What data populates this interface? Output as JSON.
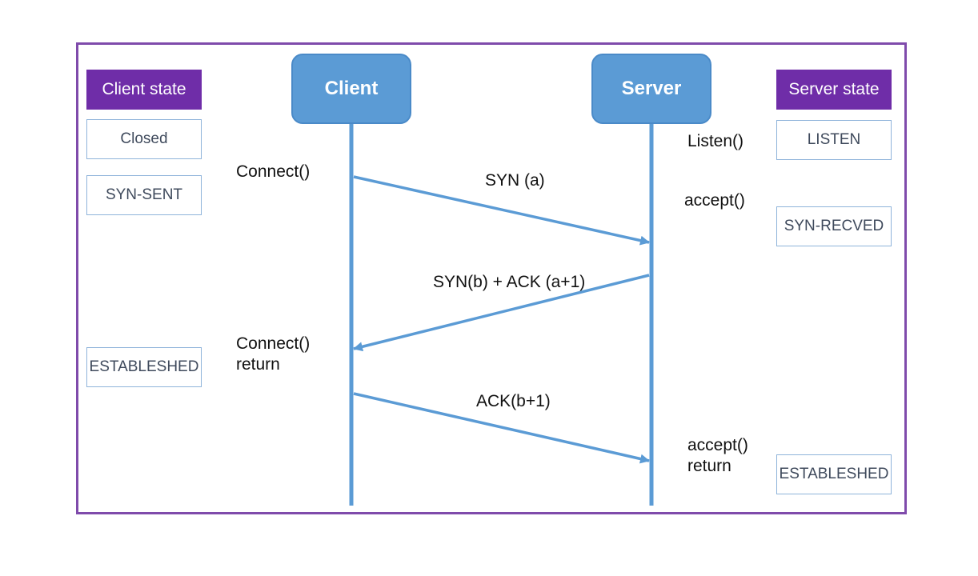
{
  "client_state_header": "Client state",
  "server_state_header": "Server state",
  "client_label": "Client",
  "server_label": "Server",
  "client_states": [
    "Closed",
    "SYN-SENT",
    "ESTABLESHED"
  ],
  "server_states": [
    "LISTEN",
    "SYN-RECVED",
    "ESTABLESHED"
  ],
  "client_calls": {
    "connect": "Connect()",
    "connect_return_1": "Connect()",
    "connect_return_2": "return"
  },
  "server_calls": {
    "listen": "Listen()",
    "accept": "accept()",
    "accept_return_1": "accept()",
    "accept_return_2": "return"
  },
  "messages": [
    "SYN (a)",
    "SYN(b) + ACK (a+1)",
    "ACK(b+1)"
  ],
  "colors": {
    "frame": "#7f4bab",
    "header": "#6f2da8",
    "actor": "#5b9bd5",
    "arrow": "#5b9bd5"
  }
}
